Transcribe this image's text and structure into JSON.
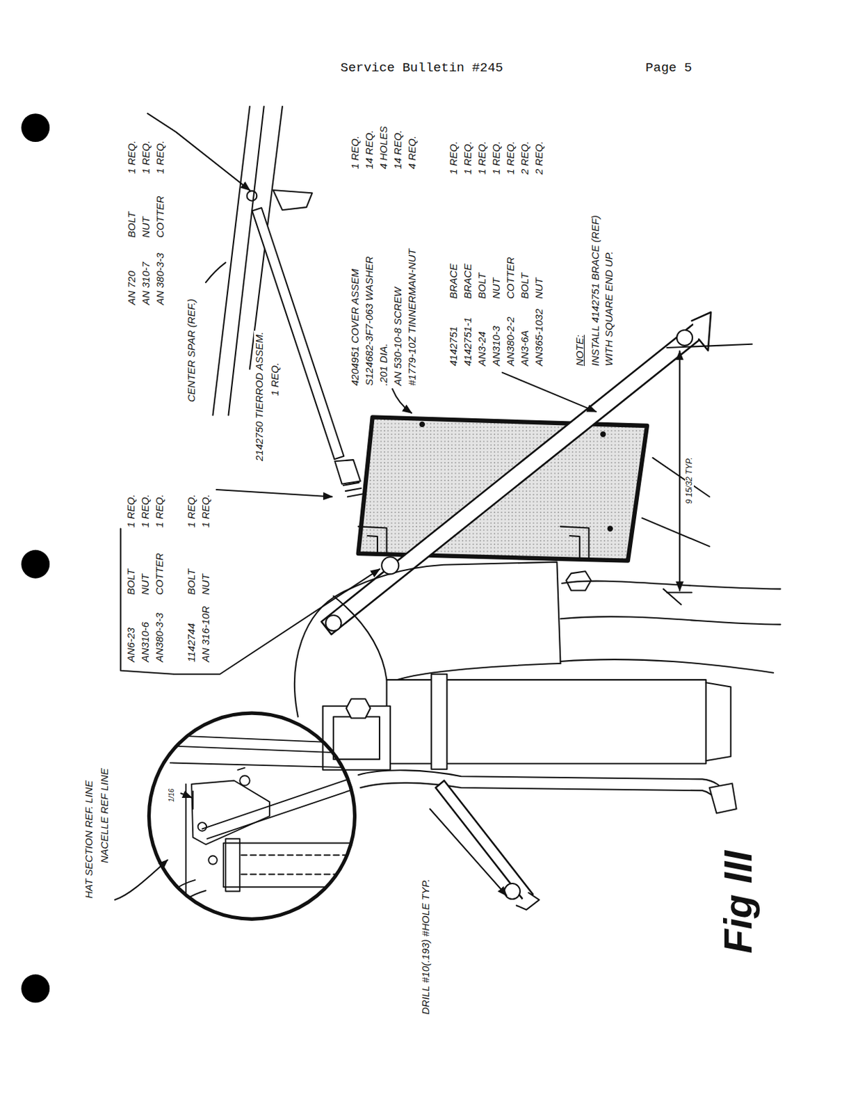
{
  "diagram": {
    "title": "Service Bulletin #245",
    "caption": "Fig III",
    "labels": [
      "Page 5",
      "AN 720",
      "BOLT",
      "1 REQ.",
      "AN 310-7",
      "NUT",
      "1 REQ.",
      "AN 380-3-3",
      "COTTER",
      "1 REQ.",
      "CENTER SPAR (REF.)",
      "2142750 TIERROD ASSEM.",
      "1 REQ.",
      "4204951 COVER ASSEM",
      "1 REQ.",
      "S124682-3F7-063 WASHER",
      "14 REQ.",
      ".201 DIA.",
      "4 HOLES",
      "AN 530-10-8 SCREW",
      "14 REQ.",
      "#1779-10Z TINNERMAN-NUT",
      "4 REQ.",
      "4142751",
      "BRACE",
      "1 REQ.",
      "4142751-1",
      "BRACE",
      "1 REQ.",
      "AN3-24",
      "BOLT",
      "1 REQ.",
      "AN310-3",
      "NUT",
      "1 REQ.",
      "AN380-2-2",
      "COTTER",
      "1 REQ.",
      "AN3-6A",
      "BOLT",
      "2 REQ.",
      "AN365-1032",
      "NUT",
      "2 REQ.",
      "NOTE:",
      "INSTALL 4142751 BRACE (REF) WITH SQUARE END UP.",
      "9 15/32 TYP.",
      "AN6-23",
      "BOLT",
      "1 REQ.",
      "AN310-6",
      "NUT",
      "1 REQ.",
      "AN380-3-3",
      "COTTER",
      "1 REQ.",
      "1142744",
      "BOLT",
      "1 REQ.",
      "AN 316-10R",
      "NUT",
      "1 REQ.",
      "HAT SECTION REF. LINE",
      "NACELLE REF LINE",
      "1/16",
      "DRILL #10(.193) #HOLE TYP."
    ]
  }
}
